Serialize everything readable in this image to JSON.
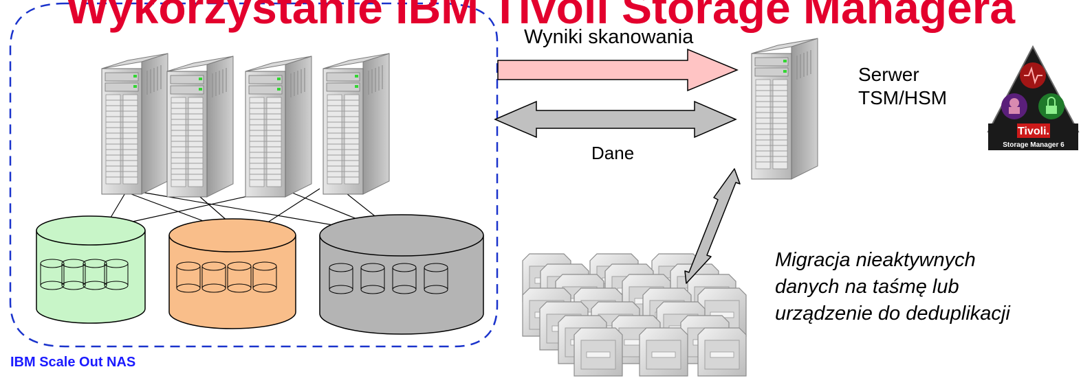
{
  "title": "Wykorzystanie IBM Tivoli Storage Managera",
  "cluster": {
    "label": "IBM Scale Out NAS"
  },
  "arrows": {
    "scan_label": "Wyniki skanowania",
    "data_label": "Dane"
  },
  "server": {
    "label_line1": "Serwer",
    "label_line2": "TSM/HSM",
    "logo_brand": "Tivoli.",
    "logo_product": "Storage Manager 6"
  },
  "migration": {
    "line1": "Migracja nieaktywnych",
    "line2": "danych na taśmę lub",
    "line3": "urządzenie do deduplikacji"
  },
  "colors": {
    "title": "#e3002d",
    "cluster_border": "#1a33cc",
    "nas_label": "#1a1aff",
    "scan_arrow": "#ffc4c4",
    "data_arrow": "#c0c0c0",
    "disk_green": "#c8f5c8",
    "disk_orange": "#f9be8a",
    "disk_gray": "#b4b4b4"
  }
}
